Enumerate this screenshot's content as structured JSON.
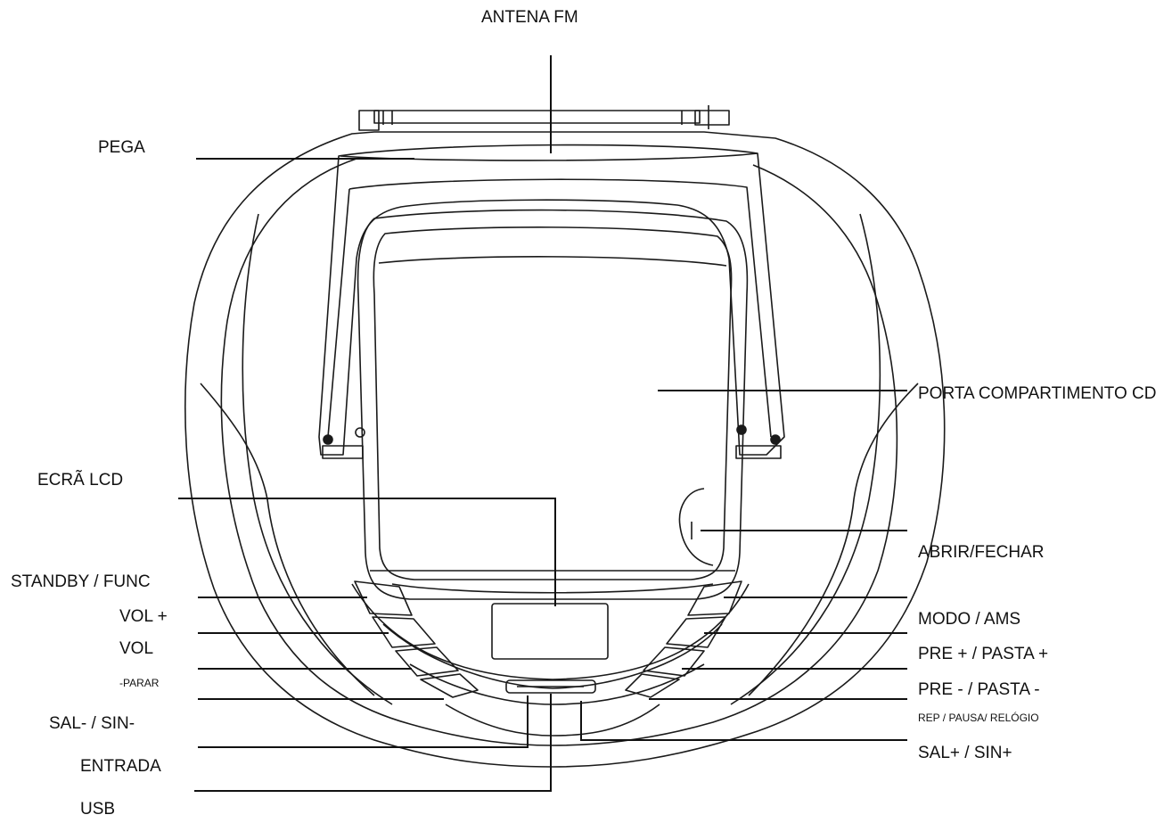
{
  "labels": {
    "antena_fm": "ANTENA FM",
    "pega": "PEGA",
    "porta_compartimento_cd": "PORTA COMPARTIMENTO CD",
    "ecra_lcd": "ECRÃ LCD",
    "abrir_fechar": "ABRIR/FECHAR",
    "standby_func": "STANDBY / FUNC",
    "vol_plus": "VOL +",
    "modo_ams": "MODO / AMS",
    "vol": "VOL",
    "pre_plus_pasta_plus": "PRE + / PASTA +",
    "parar": "-PARAR",
    "pre_minus_pasta_minus": "PRE - / PASTA -",
    "rep_pausa_relogio": "REP / PAUSA/ RELÓGIO",
    "sal_minus_sin_minus": "SAL- / SIN-",
    "sal_plus_sin_plus": "SAL+ / SIN+",
    "entrada": "ENTRADA",
    "usb": "USB"
  }
}
